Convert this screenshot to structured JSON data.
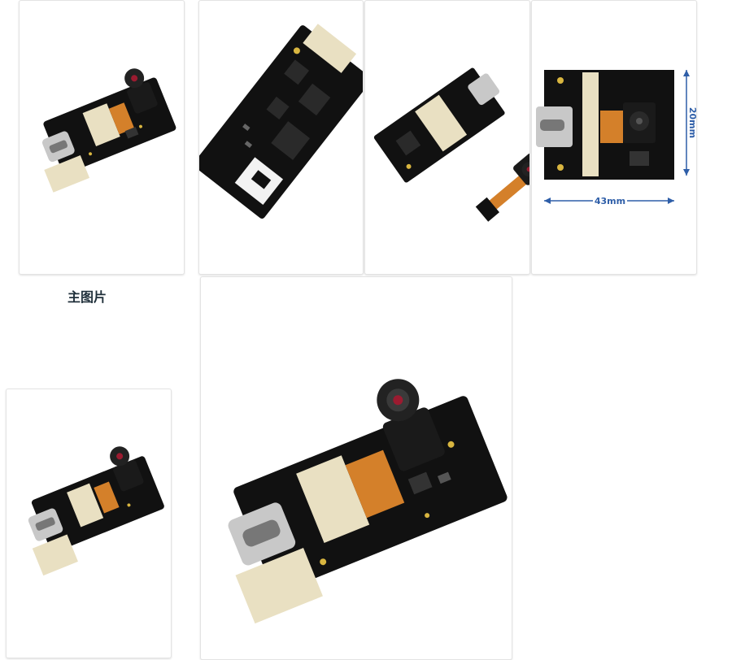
{
  "gallery": {
    "main_caption": "主图片",
    "dimension_width": "43mm",
    "dimension_height": "20mm"
  },
  "colors": {
    "pcb": "#111111",
    "flex_cable": "#d4802a",
    "connector_beige": "#e9e0c2",
    "usb_silver": "#c8c8c8",
    "dimension_blue": "#2e5ea8"
  },
  "icons": [
    "camera-lens-icon",
    "usb-c-port-icon",
    "ribbon-connector-icon"
  ]
}
